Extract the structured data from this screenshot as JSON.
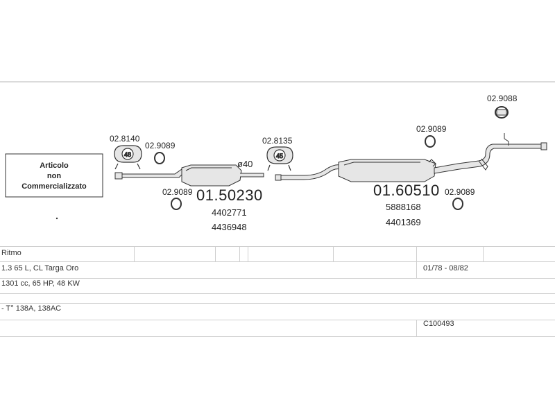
{
  "diagram": {
    "legend_box": {
      "line1": "Articolo",
      "line2": "non",
      "line3": "Commercializzato"
    },
    "part_codes": {
      "clamp_front": "02.8140",
      "gasket_front_top": "02.9089",
      "gasket_front_bottom": "02.9089",
      "clamp_mid": "02.8135",
      "gasket_rear_top": "02.9089",
      "gasket_rear_bottom": "02.9089",
      "hanger_tail": "02.9088"
    },
    "clamp_labels": {
      "front": "48",
      "mid": "45"
    },
    "diameter_label": "ø40",
    "front_silencer": {
      "code": "01.50230",
      "oem1": "4402771",
      "oem2": "4436948"
    },
    "rear_silencer": {
      "code": "01.60510",
      "oem1": "5888168",
      "oem2": "4401369"
    }
  },
  "vehicle": {
    "model": "Ritmo",
    "variant": "1.3 65 L, CL Targa Oro",
    "period": "01/78 - 08/82",
    "engine": "1301 cc, 65 HP, 48 KW",
    "engine_code": "- T° 138A, 138AC",
    "catalog_id": "C100493"
  },
  "colors": {
    "line": "#333333",
    "part_fill": "#e6e6e6",
    "grid": "#cfcfcf"
  }
}
